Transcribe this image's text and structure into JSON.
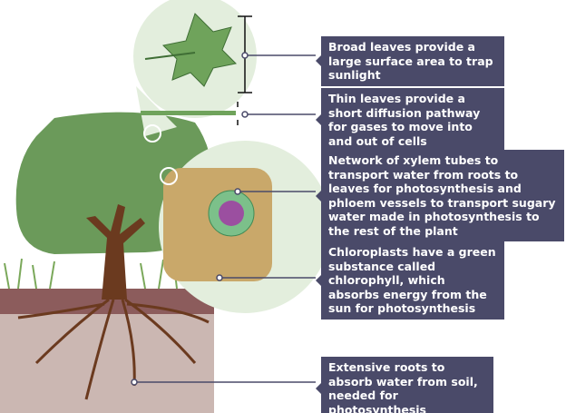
{
  "labels": [
    "Broad leaves provide a large surface area to trap sunlight",
    "Thin leaves provide a short diffusion pathway for gases to move into and out of cells",
    "Network of xylem tubes to transport water from roots to leaves for photosynthesis and phloem vessels to transport sugary water made in photosynthesis to the rest of the plant",
    "Chloroplasts have a green substance called chlorophyll, which absorbs energy from the sun for photosynthesis",
    "Extensive roots to absorb water from soil, needed for photosynthesis"
  ],
  "colors": {
    "label_bg": "#4a4a69",
    "canopy": "#6b9a5a",
    "soil_top": "#8c5c5c",
    "soil": "#cbb7b2",
    "trunk": "#6b3a1f"
  }
}
